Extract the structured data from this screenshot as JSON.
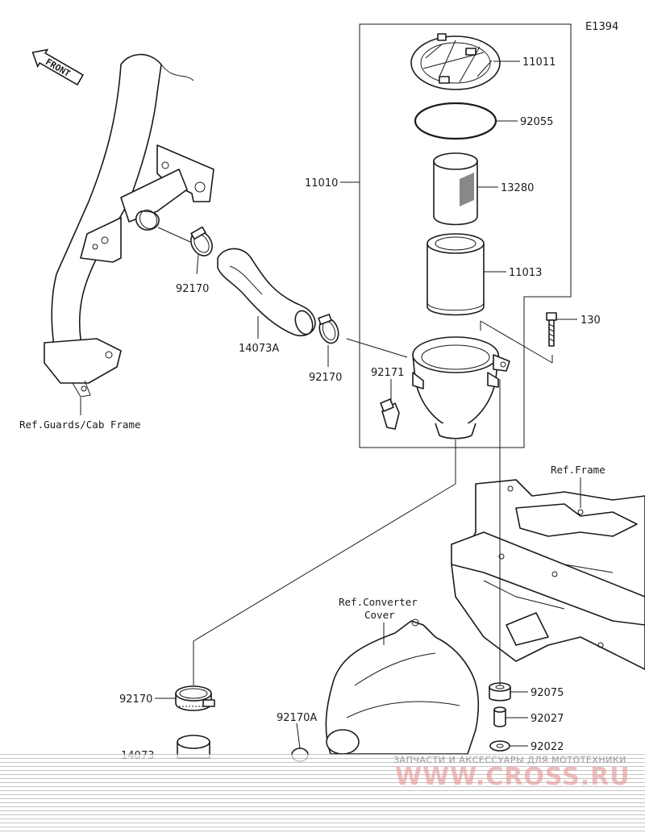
{
  "diagram_code": "E1394",
  "front_label": "FRONT",
  "parts": [
    {
      "number": "11011"
    },
    {
      "number": "92055"
    },
    {
      "number": "13280"
    },
    {
      "number": "11013"
    },
    {
      "number": "11010"
    },
    {
      "number": "130"
    },
    {
      "number": "92171"
    },
    {
      "number": "92170"
    },
    {
      "number": "14073A"
    },
    {
      "number": "92075"
    },
    {
      "number": "92027"
    },
    {
      "number": "92022"
    },
    {
      "number": "92170A"
    },
    {
      "number": "14073"
    }
  ],
  "refs": {
    "guards": "Ref.Guards/Cab Frame",
    "frame": "Ref.Frame",
    "converter_line1": "Ref.Converter",
    "converter_line2": "Cover"
  },
  "watermark": {
    "line1": "ЗАПЧАСТИ И АКСЕССУАРЫ ДЛЯ МОТОТЕХНИКИ",
    "line2": "WWW.CROSS.RU"
  }
}
